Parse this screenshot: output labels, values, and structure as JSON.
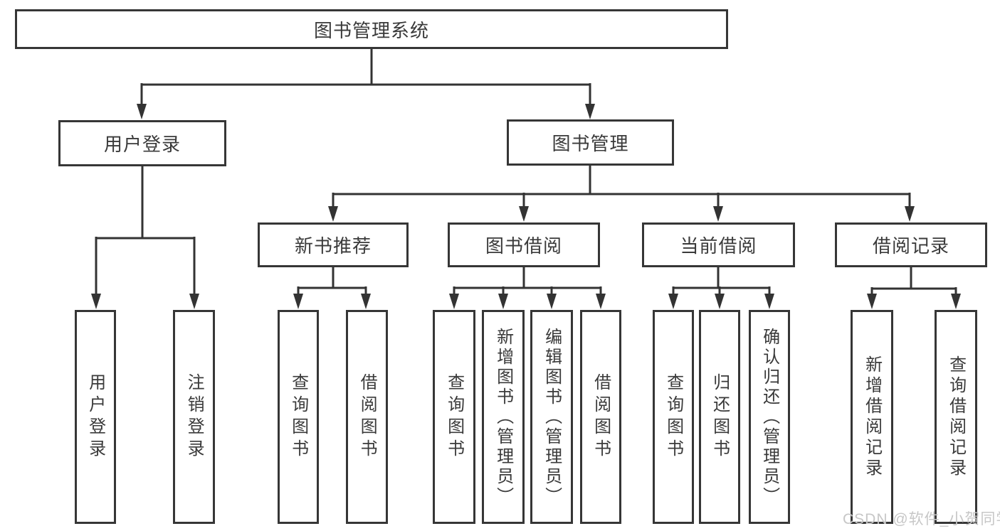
{
  "diagram": {
    "title": "图书管理系统",
    "root": {
      "label": "图书管理系统",
      "children": [
        {
          "label": "用户登录",
          "children": [
            {
              "label": "用户登录"
            },
            {
              "label": "注销登录"
            }
          ]
        },
        {
          "label": "图书管理",
          "children": [
            {
              "label": "新书推荐",
              "children": [
                {
                  "label": "查询图书"
                },
                {
                  "label": "借阅图书"
                }
              ]
            },
            {
              "label": "图书借阅",
              "children": [
                {
                  "label": "查询图书"
                },
                {
                  "label": "新增图书（管理员）"
                },
                {
                  "label": "编辑图书（管理员）"
                },
                {
                  "label": "借阅图书"
                }
              ]
            },
            {
              "label": "当前借阅",
              "children": [
                {
                  "label": "查询图书"
                },
                {
                  "label": "归还图书"
                },
                {
                  "label": "确认归还（管理员）"
                }
              ]
            },
            {
              "label": "借阅记录",
              "children": [
                {
                  "label": "新增借阅记录"
                },
                {
                  "label": "查询借阅记录"
                }
              ]
            }
          ]
        }
      ]
    }
  },
  "watermark": {
    "text": "CSDN @软件_小贺同学"
  },
  "colors": {
    "line": "#333333",
    "box_border": "#363636",
    "text": "#3a3a3a",
    "watermark": "#c7c7c7",
    "background": "#ffffff"
  }
}
